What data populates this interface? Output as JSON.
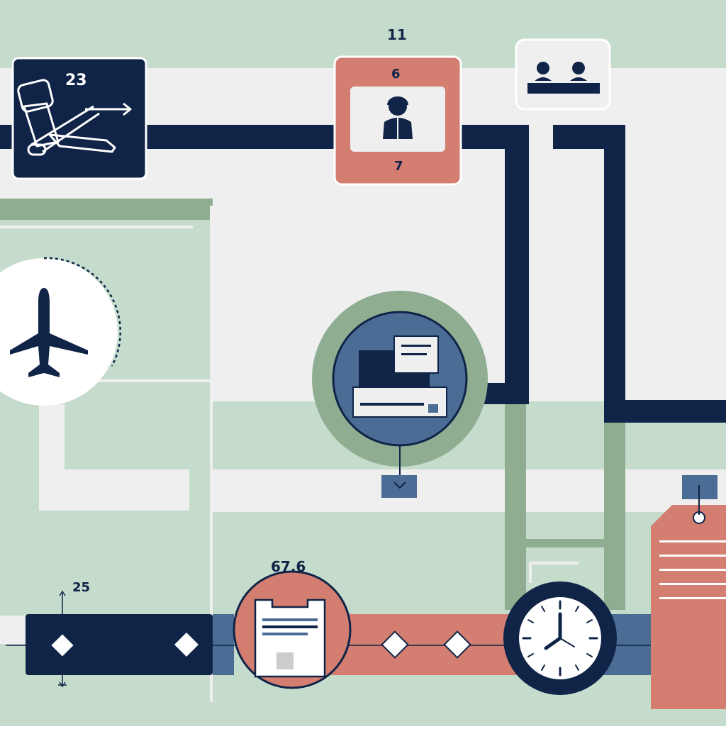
{
  "labels": {
    "seat_number": "23",
    "top_number": "11",
    "passenger_top": "6",
    "passenger_bottom": "7",
    "timeline_left": "25",
    "timeline_mid": "67.6"
  },
  "icons": {
    "seat": "seat-recline-icon",
    "passenger": "passenger-icon",
    "agents": "check-in-agents-icon",
    "airplane": "airplane-icon",
    "printer": "boarding-pass-printer-icon",
    "document": "document-icon",
    "clock": "clock-icon",
    "tag": "luggage-tag-icon"
  },
  "colors": {
    "navy": "#0f2447",
    "salmon": "#d47d71",
    "sage": "#8fad91",
    "mint": "#c5dccd",
    "offwhite": "#efefef",
    "steel": "#4b6c95"
  }
}
